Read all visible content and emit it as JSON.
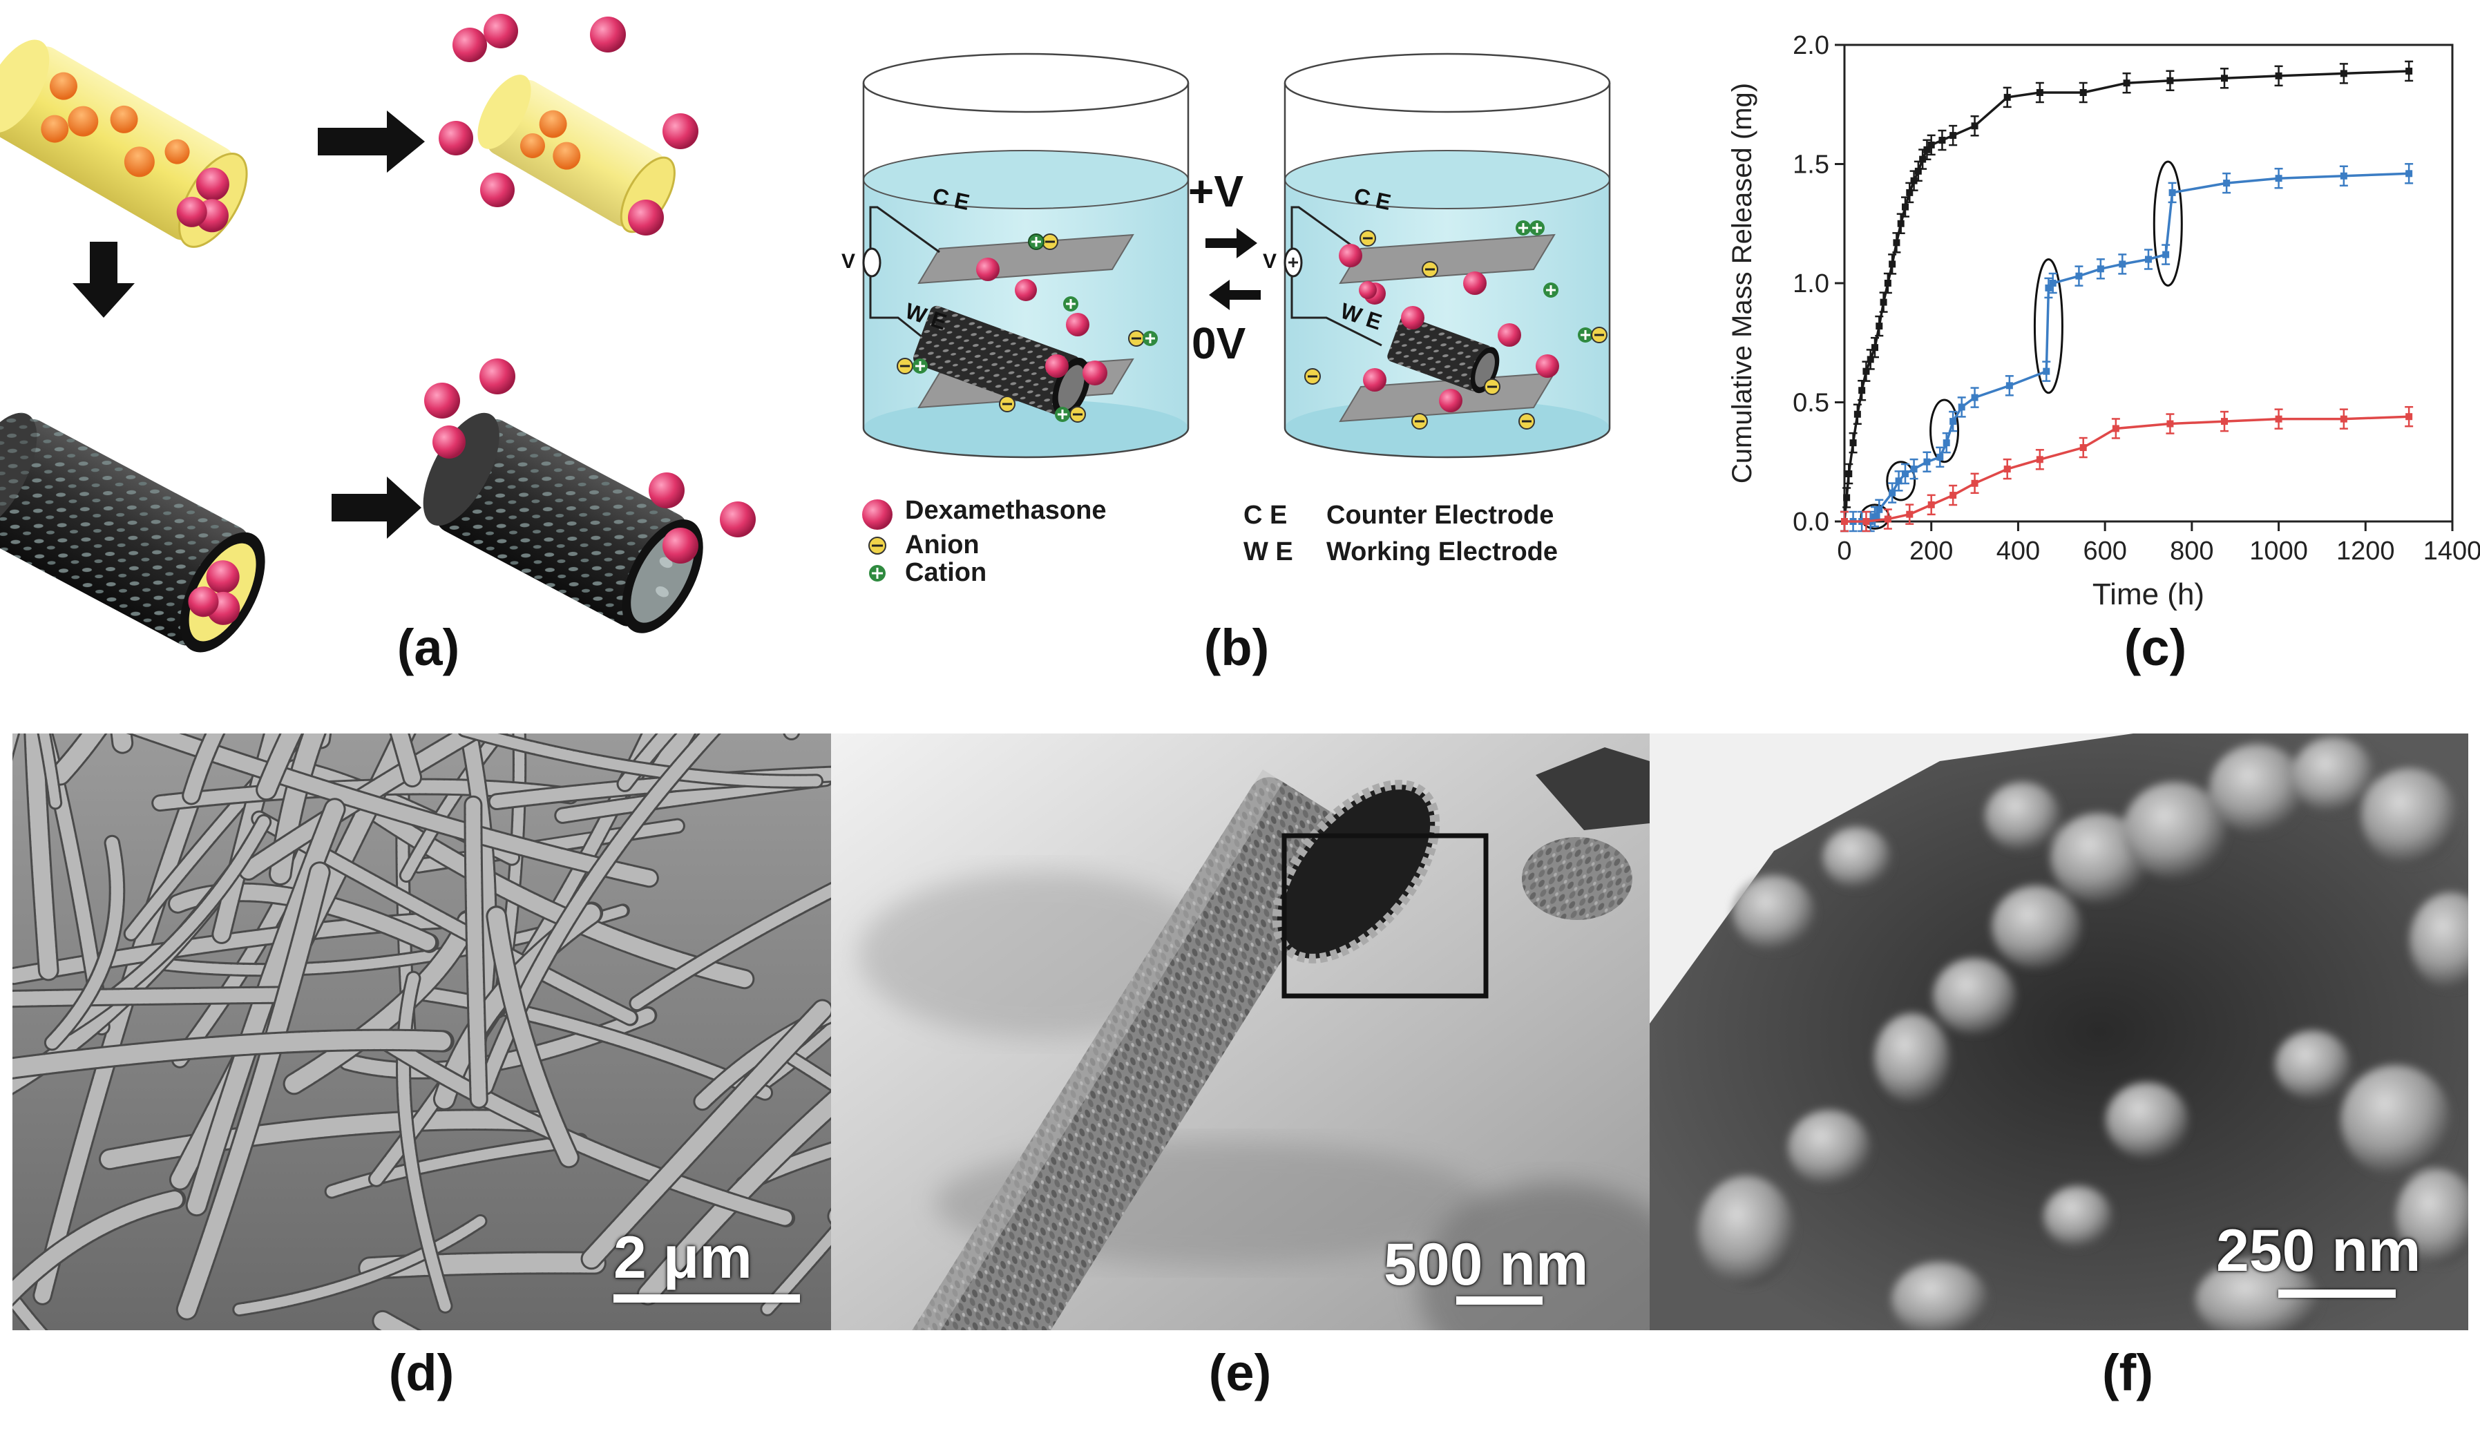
{
  "panels": {
    "a": {
      "label": "(a)"
    },
    "b": {
      "label": "(b)",
      "voltage_on": "+V",
      "voltage_off": "0V",
      "v_label": "V",
      "ce_label": "C E",
      "we_label": "W E",
      "legend": {
        "dexamethasone": "Dexamethasone",
        "anion": "Anion",
        "cation": "Cation",
        "ce_abbr": "C E",
        "ce_full": "Counter Electrode",
        "we_abbr": "W E",
        "we_full": "Working Electrode"
      }
    },
    "c": {
      "label": "(c)"
    },
    "d": {
      "label": "(d)",
      "scale": "2 μm"
    },
    "e": {
      "label": "(e)",
      "scale": "500 nm"
    },
    "f": {
      "label": "(f)",
      "scale": "250 nm"
    }
  },
  "colors": {
    "black_series": "#1a1a1a",
    "blue_series": "#3b7dc4",
    "red_series": "#e04848",
    "drug": "#e0356a",
    "solution": "#a8dce6",
    "shell_yellow": "#f2e66a",
    "tube_dark": "#2a2a2a"
  },
  "chart_data": {
    "type": "line",
    "xlabel": "Time (h)",
    "ylabel": "Cumulative Mass Released (mg)",
    "xlim": [
      0,
      1400
    ],
    "ylim": [
      0,
      2.0
    ],
    "xticks": [
      0,
      200,
      400,
      600,
      800,
      1000,
      1200,
      1400
    ],
    "yticks": [
      0.0,
      0.5,
      1.0,
      1.5,
      2.0
    ],
    "grid": false,
    "legend": "none",
    "series": [
      {
        "color": "#1a1a1a",
        "x": [
          0,
          5,
          10,
          20,
          30,
          40,
          50,
          60,
          70,
          80,
          90,
          100,
          110,
          120,
          130,
          140,
          150,
          160,
          170,
          180,
          190,
          200,
          225,
          250,
          300,
          375,
          450,
          550,
          650,
          750,
          875,
          1000,
          1150,
          1300
        ],
        "y": [
          0.0,
          0.1,
          0.2,
          0.33,
          0.45,
          0.55,
          0.63,
          0.68,
          0.73,
          0.82,
          0.92,
          1.0,
          1.08,
          1.17,
          1.25,
          1.32,
          1.38,
          1.43,
          1.47,
          1.52,
          1.56,
          1.58,
          1.6,
          1.62,
          1.66,
          1.78,
          1.8,
          1.8,
          1.84,
          1.85,
          1.86,
          1.87,
          1.88,
          1.89
        ]
      },
      {
        "color": "#3b7dc4",
        "x": [
          0,
          20,
          40,
          60,
          70,
          80,
          110,
          125,
          140,
          160,
          190,
          220,
          235,
          250,
          270,
          300,
          380,
          465,
          470,
          480,
          540,
          590,
          640,
          700,
          740,
          755,
          880,
          1000,
          1150,
          1300
        ],
        "y": [
          0.0,
          0.0,
          0.0,
          0.0,
          0.02,
          0.05,
          0.12,
          0.17,
          0.2,
          0.22,
          0.25,
          0.27,
          0.33,
          0.42,
          0.48,
          0.52,
          0.57,
          0.63,
          0.98,
          1.0,
          1.03,
          1.06,
          1.08,
          1.1,
          1.12,
          1.38,
          1.42,
          1.44,
          1.45,
          1.46
        ]
      },
      {
        "color": "#e04848",
        "x": [
          0,
          50,
          100,
          150,
          200,
          250,
          300,
          375,
          450,
          550,
          625,
          750,
          875,
          1000,
          1150,
          1300
        ],
        "y": [
          0.0,
          0.0,
          0.01,
          0.03,
          0.07,
          0.11,
          0.16,
          0.22,
          0.26,
          0.31,
          0.39,
          0.41,
          0.42,
          0.43,
          0.43,
          0.44
        ]
      }
    ]
  }
}
